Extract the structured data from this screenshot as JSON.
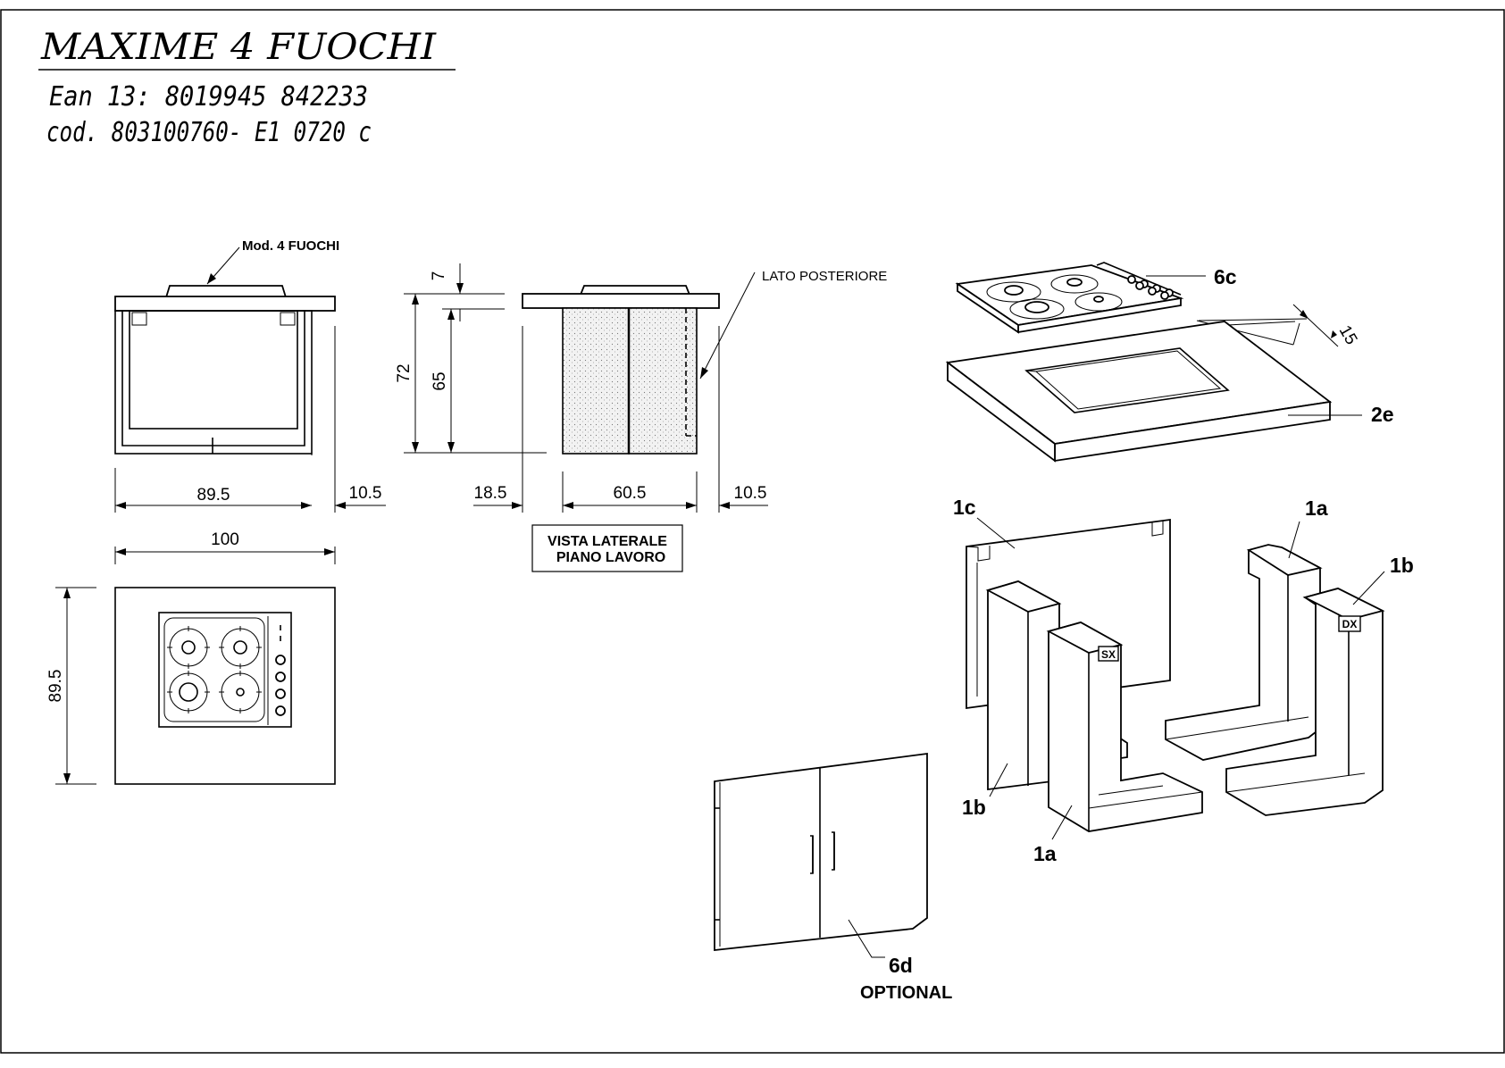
{
  "header": {
    "title": "MAXIME 4 FUOCHI",
    "ean": "Ean 13: 8019945 842233",
    "code": "cod. 803100760- E1 0720 c"
  },
  "front_view": {
    "model_label": "Mod. 4 FUOCHI",
    "dim_width": "89.5",
    "dim_side": "10.5",
    "dim_total": "100"
  },
  "side_view": {
    "dim_top": "7",
    "dim_total_height": "72",
    "dim_body_height": "65",
    "dim_left": "18.5",
    "dim_depth": "60.5",
    "dim_right": "10.5",
    "back_label": "LATO   POSTERIORE",
    "caption_line1": "VISTA LATERALE",
    "caption_line2": "PIANO LAVORO"
  },
  "top_view": {
    "dim_depth": "89.5"
  },
  "exploded_view": {
    "hob_label": "6c",
    "gap_dim": "15",
    "top_label": "2e",
    "back_panel_label": "1c",
    "left_side_label": "1b",
    "left_base_label": "1a",
    "right_base_label": "1a",
    "right_side_label": "1b",
    "sx_tag": "SX",
    "dx_tag": "DX",
    "doors_label": "6d",
    "doors_note": "OPTIONAL"
  }
}
